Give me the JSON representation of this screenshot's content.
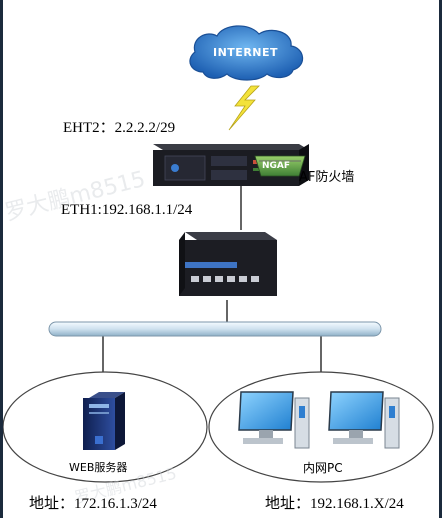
{
  "internet": {
    "label": "INTERNET"
  },
  "firewall": {
    "wan_label": "EHT2：2.2.2.2/29",
    "lan_label": "ETH1:192.168.1.1/24",
    "name_label": "AF防火墙",
    "badge_text": "NGAF"
  },
  "server_zone": {
    "server_label": "WEB服务器",
    "address_label": "地址：172.16.1.3/24"
  },
  "pc_zone": {
    "pc_label": "内网PC",
    "address_label": "地址：192.168.1.X/24"
  },
  "watermarks": {
    "primary": "罗大鹏m8515",
    "secondary": "罗大鹏m8515"
  },
  "colors": {
    "cloud": "#2f7fd0",
    "bus": "#cfe1ef",
    "bolt": "#f3e23a",
    "device": "#1b1c22",
    "monitor_screen": "#2f9ee6",
    "tower": "#1a2d66"
  }
}
